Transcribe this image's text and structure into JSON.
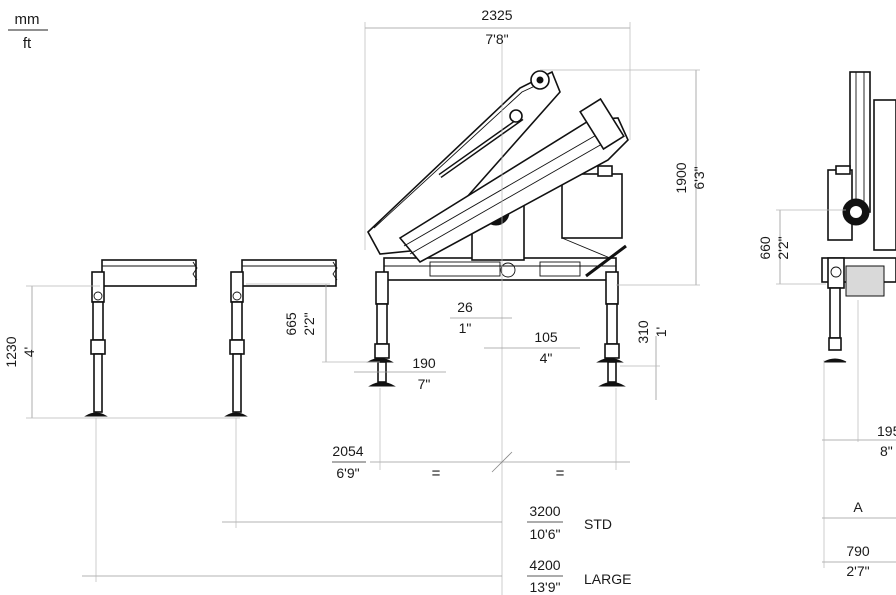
{
  "units": {
    "top": "mm",
    "bottom": "ft"
  },
  "dims": {
    "total_width": {
      "mm": "2325",
      "ft": "7'8\""
    },
    "height": {
      "mm": "1900",
      "ft": "6'3\""
    },
    "leg_1230": {
      "mm": "1230",
      "ft": "4'"
    },
    "leg_665": {
      "mm": "665",
      "ft": "2'2\""
    },
    "offset_26": {
      "mm": "26",
      "ft": "1\""
    },
    "offset_105": {
      "mm": "105",
      "ft": "4\""
    },
    "stroke_310": {
      "mm": "310",
      "ft": "1'"
    },
    "pad_190": {
      "mm": "190",
      "ft": "7\""
    },
    "base_2054": {
      "mm": "2054",
      "ft": "6'9\""
    },
    "side_660": {
      "mm": "660",
      "ft": "2'2\""
    },
    "side_195": {
      "mm": "195",
      "ft": "8\""
    },
    "side_a": {
      "label": "A"
    },
    "side_790": {
      "mm": "790",
      "ft": "2'7\""
    },
    "span_std": {
      "mm": "3200",
      "ft": "10'6\"",
      "label": "STD"
    },
    "span_large": {
      "mm": "4200",
      "ft": "13'9\"",
      "label": "LARGE"
    }
  },
  "equal_sign": "="
}
